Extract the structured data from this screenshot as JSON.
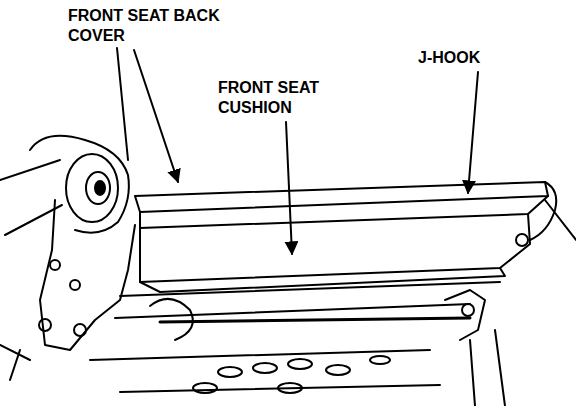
{
  "diagram": {
    "labels": [
      "FRONT SEAT BACK COVER",
      "FRONT SEAT CUSHION",
      "J-HOOK"
    ]
  }
}
